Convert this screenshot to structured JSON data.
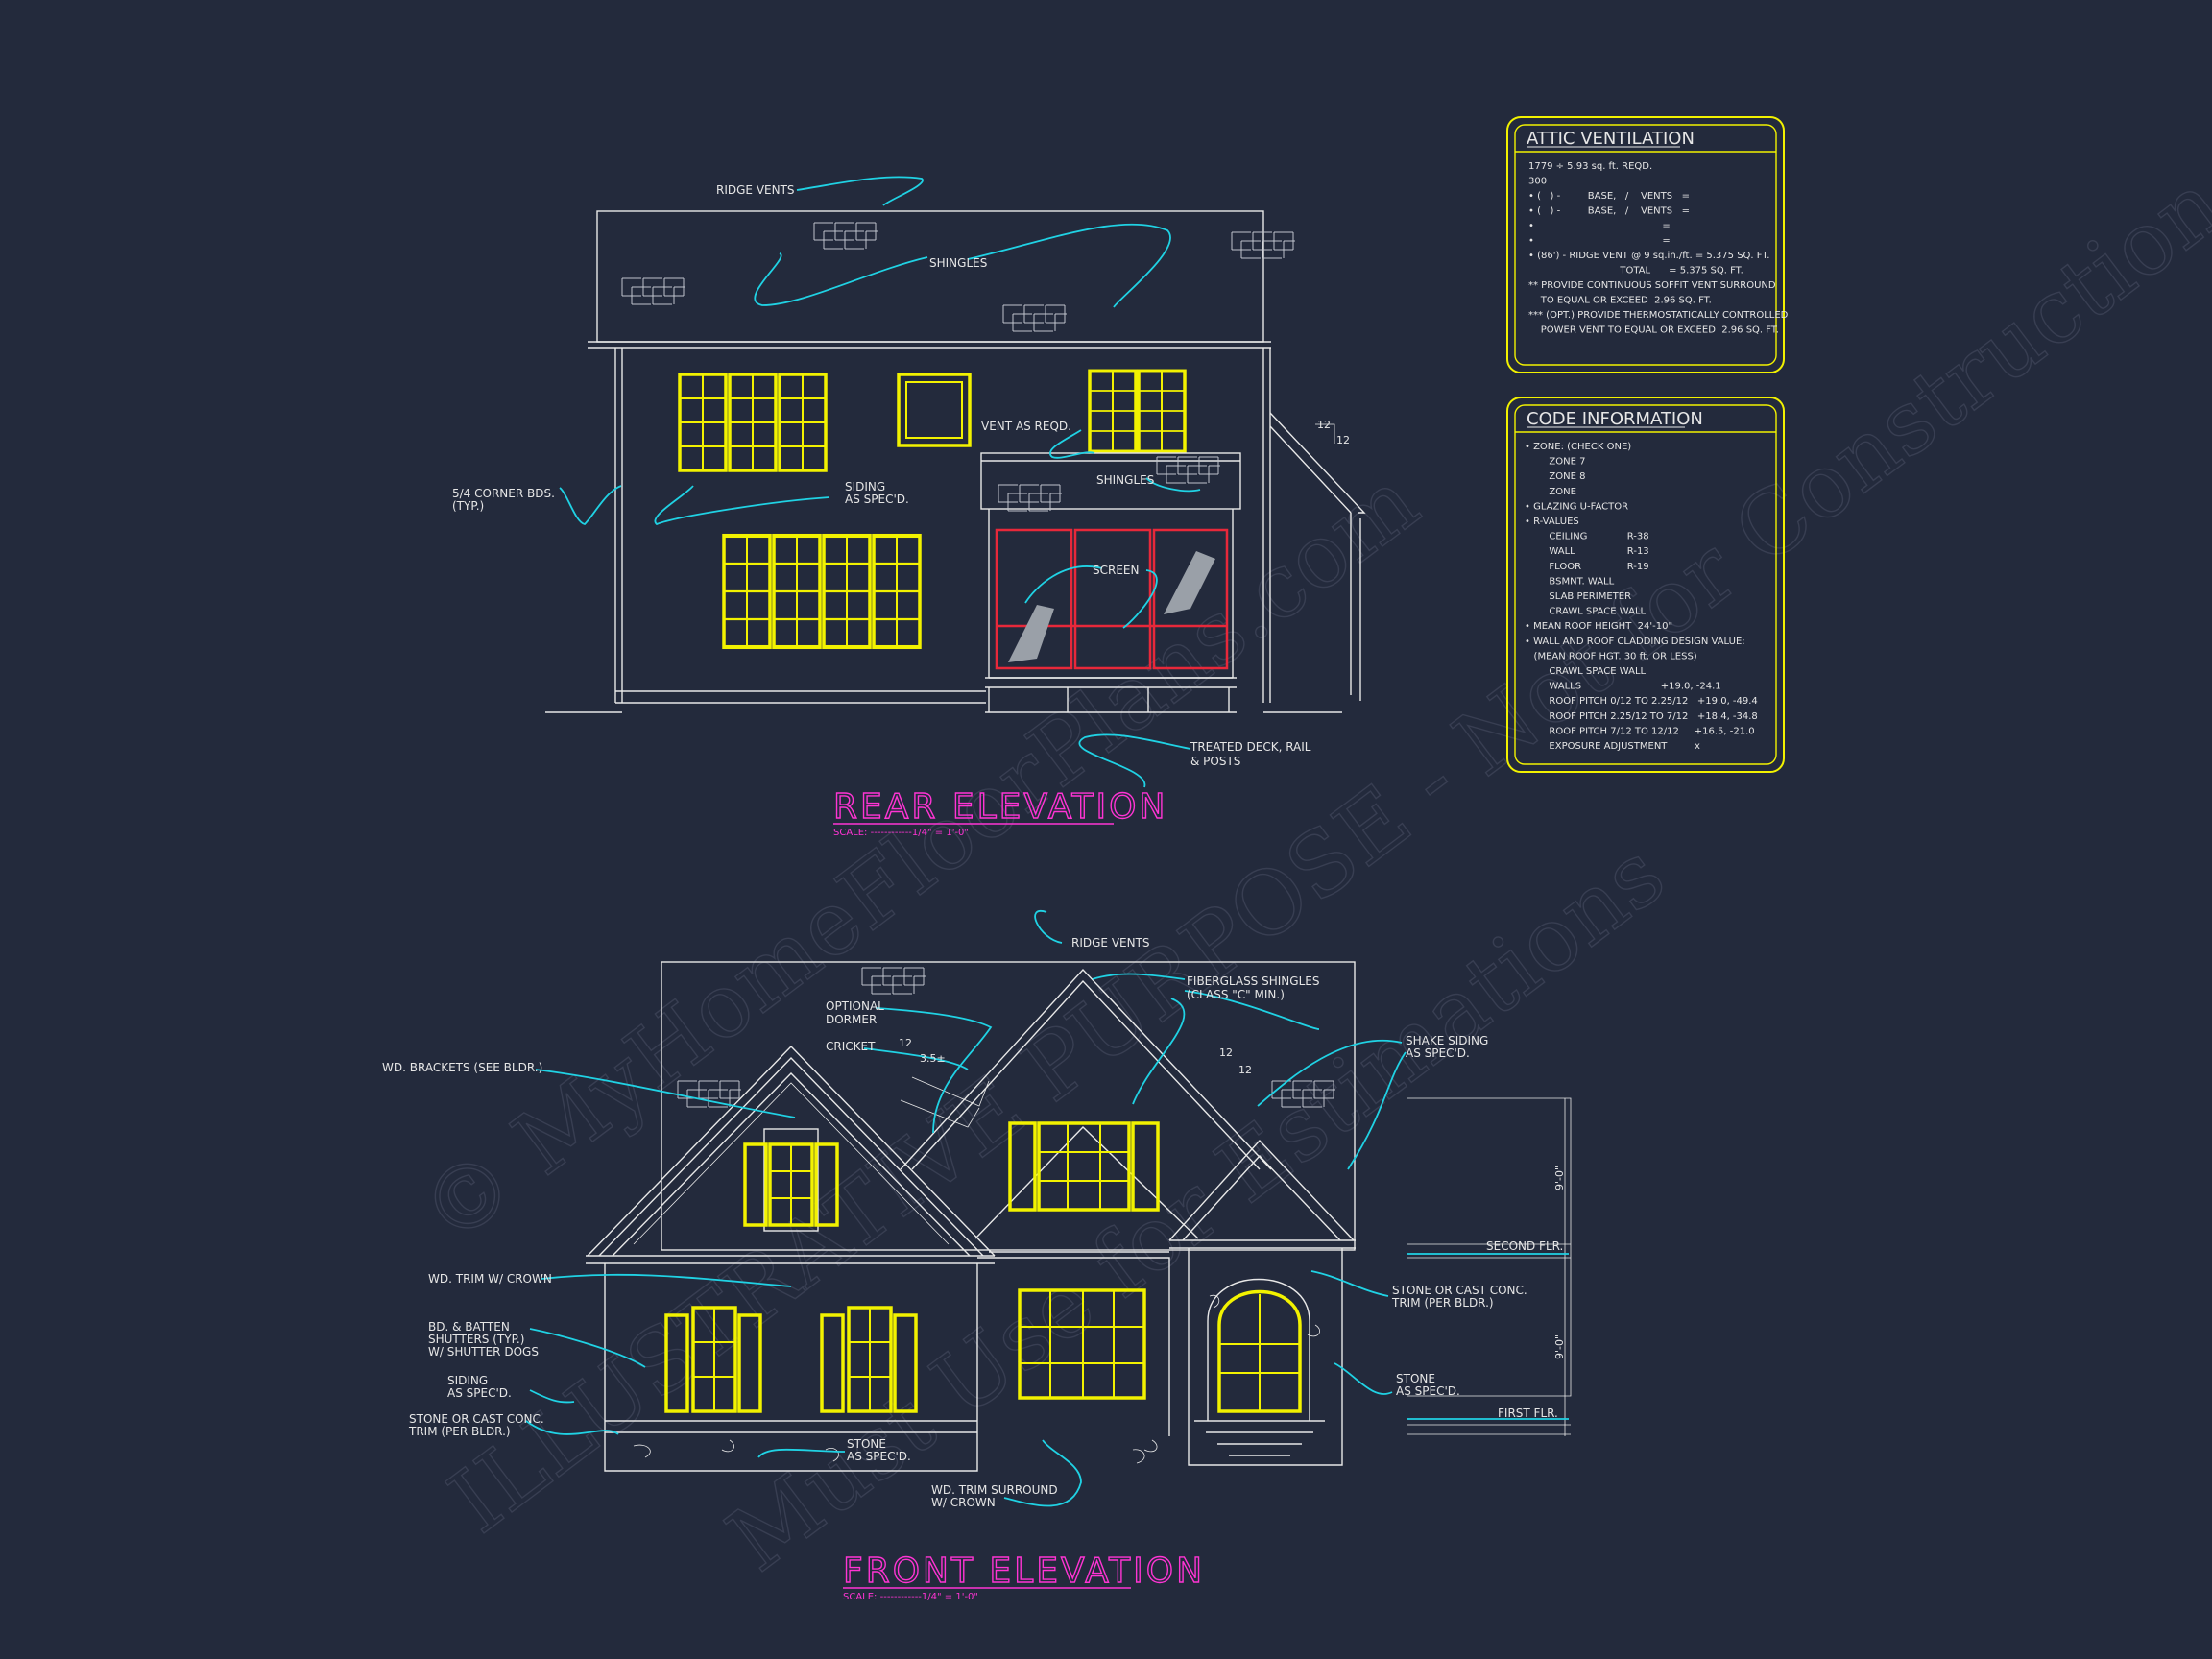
{
  "watermark": {
    "line1": "© MyHomeFloorPlans.com",
    "line2": "ILLUSTRATIVE PURPOSE - Not for Construction",
    "line3": "Must Use for Estimations"
  },
  "rear_elevation": {
    "title": "REAR ELEVATION",
    "scale": "SCALE: ------------1/4\" = 1'-0\"",
    "labels": {
      "ridge_vents": "RIDGE VENTS",
      "shingles_main": "SHINGLES",
      "corner_bds_1": "5/4 CORNER BDS.",
      "corner_bds_2": "(TYP.)",
      "siding_1": "SIDING",
      "siding_2": "AS SPEC'D.",
      "vent": "VENT AS REQD.",
      "shingles_porch": "SHINGLES",
      "screen": "SCREEN",
      "deck_1": "TREATED DECK, RAIL",
      "deck_2": "& POSTS",
      "pitch_rise": "12",
      "pitch_run": "12"
    }
  },
  "front_elevation": {
    "title": "FRONT ELEVATION",
    "scale": "SCALE: ------------1/4\" = 1'-0\"",
    "labels": {
      "ridge_vents": "RIDGE VENTS",
      "fiberglass_1": "FIBERGLASS SHINGLES",
      "fiberglass_2": "(CLASS \"C\" MIN.)",
      "optional_dormer_1": "OPTIONAL",
      "optional_dormer_2": "DORMER",
      "cricket": "CRICKET",
      "pitch_a_run": "12",
      "pitch_a_rise": "3.5±",
      "pitch_b_run": "12",
      "pitch_b_rise": "12",
      "wd_brackets": "WD. BRACKETS (SEE BLDR.)",
      "shake_1": "SHAKE SIDING",
      "shake_2": "AS SPEC'D.",
      "wd_trim": "WD. TRIM W/ CROWN",
      "bd_batten_1": "BD. & BATTEN",
      "bd_batten_2": "SHUTTERS (TYP.)",
      "bd_batten_3": "W/ SHUTTER DOGS",
      "siding_1": "SIDING",
      "siding_2": "AS SPEC'D.",
      "stone_trim_left_1": "STONE OR CAST CONC.",
      "stone_trim_left_2": "TRIM (PER BLDR.)",
      "stone_mid_1": "STONE",
      "stone_mid_2": "AS SPEC'D.",
      "wd_trim_surround_1": "WD. TRIM SURROUND",
      "wd_trim_surround_2": "W/ CROWN",
      "stone_trim_right_1": "STONE OR CAST CONC.",
      "stone_trim_right_2": "TRIM (PER BLDR.)",
      "stone_right_1": "STONE",
      "stone_right_2": "AS SPEC'D.",
      "second_flr": "SECOND FLR.",
      "first_flr": "FIRST FLR.",
      "dim_upper": "9'-0\"",
      "dim_lower": "9'-0\""
    }
  },
  "attic_ventilation": {
    "title": "ATTIC VENTILATION",
    "lines": [
      "1779 ÷ 5.93 sq. ft. REQD.",
      "300",
      "• (   ) -         BASE,   /    VENTS   =",
      "• (   ) -         BASE,   /    VENTS   =",
      "•                                          =",
      "•                                          =",
      "• (86') - RIDGE VENT @ 9 sq.in./ft. = 5.375 SQ. FT.",
      "                              TOTAL      = 5.375 SQ. FT.",
      "** PROVIDE CONTINUOUS SOFFIT VENT SURROUND",
      "    TO EQUAL OR EXCEED  2.96 SQ. FT.",
      "*** (OPT.) PROVIDE THERMOSTATICALLY CONTROLLED",
      "    POWER VENT TO EQUAL OR EXCEED  2.96 SQ. FT."
    ]
  },
  "code_information": {
    "title": "CODE INFORMATION",
    "lines": [
      "• ZONE: (CHECK ONE)",
      "        ZONE 7",
      "        ZONE 8",
      "        ZONE",
      "• GLAZING U-FACTOR",
      "• R-VALUES",
      "        CEILING             R-38",
      "        WALL                 R-13",
      "        FLOOR               R-19",
      "        BSMNT. WALL",
      "        SLAB PERIMETER",
      "        CRAWL SPACE WALL",
      "• MEAN ROOF HEIGHT  24'-10\"",
      "• WALL AND ROOF CLADDING DESIGN VALUE:",
      "   (MEAN ROOF HGT. 30 ft. OR LESS)",
      "        CRAWL SPACE WALL",
      "        WALLS                          +19.0, -24.1",
      "        ROOF PITCH 0/12 TO 2.25/12   +19.0, -49.4",
      "        ROOF PITCH 2.25/12 TO 7/12   +18.4, -34.8",
      "        ROOF PITCH 7/12 TO 12/12     +16.5, -21.0",
      "        EXPOSURE ADJUSTMENT         x"
    ]
  },
  "colors": {
    "background": "#232a3c",
    "linework": "#e8e8e8",
    "windows": "#f2f200",
    "leaders": "#20d2e4",
    "titles": "#ff34d4",
    "screen_porch": "#e8283a"
  }
}
